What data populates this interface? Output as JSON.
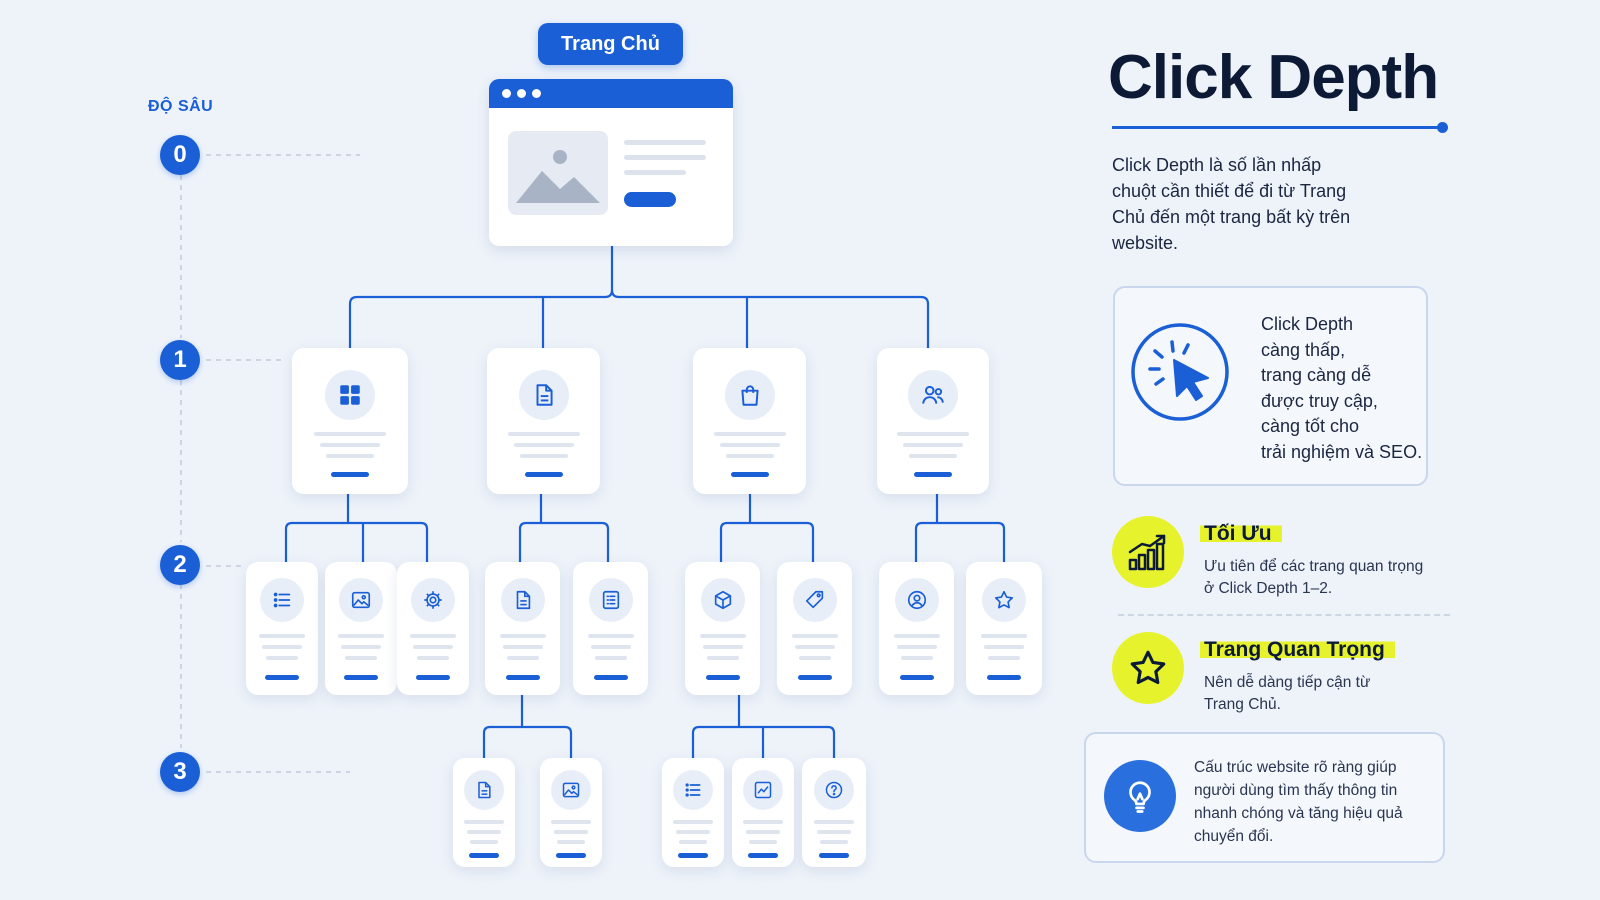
{
  "depth": {
    "title": "ĐỘ SÂU",
    "levels": [
      "0",
      "1",
      "2",
      "3"
    ]
  },
  "home": {
    "label": "Trang Chủ"
  },
  "title": "Click Depth",
  "intro": "Click Depth là số lần nhấp chuột cần thiết để đi từ Trang Chủ đến một trang bất kỳ trên website.",
  "info_box": {
    "lines": [
      "Click Depth",
      "càng thấp,",
      "trang càng dễ",
      "được truy cập,",
      "càng tốt cho",
      "trải nghiệm và SEO."
    ]
  },
  "optimize": {
    "title": "Tối Ưu",
    "lines": [
      "Ưu tiên để các trang quan trọng",
      "ở Click Depth 1–2."
    ]
  },
  "important": {
    "title": "Trang Quan Trọng",
    "lines": [
      "Nên dễ dàng tiếp cận từ",
      "Trang Chủ."
    ]
  },
  "tip_box": {
    "lines": [
      "Cấu trúc website rõ ràng giúp",
      "người dùng tìm thấy thông tin",
      "nhanh chóng và tăng hiệu quả",
      "chuyển đổi."
    ]
  },
  "icons": {
    "level1": [
      "grid-icon",
      "document-icon",
      "shopping-bag-icon",
      "users-icon"
    ],
    "level2": [
      "list-icon",
      "image-icon",
      "gear-icon",
      "document-icon",
      "list-box-icon",
      "box-icon",
      "tag-icon",
      "user-circle-icon",
      "star-icon"
    ],
    "level3": [
      "document-icon",
      "image-icon",
      "list-icon",
      "chart-icon",
      "question-icon"
    ]
  },
  "colors": {
    "primary": "#1a5fd6",
    "highlight": "#e6f22c",
    "background": "#eef3fa"
  }
}
